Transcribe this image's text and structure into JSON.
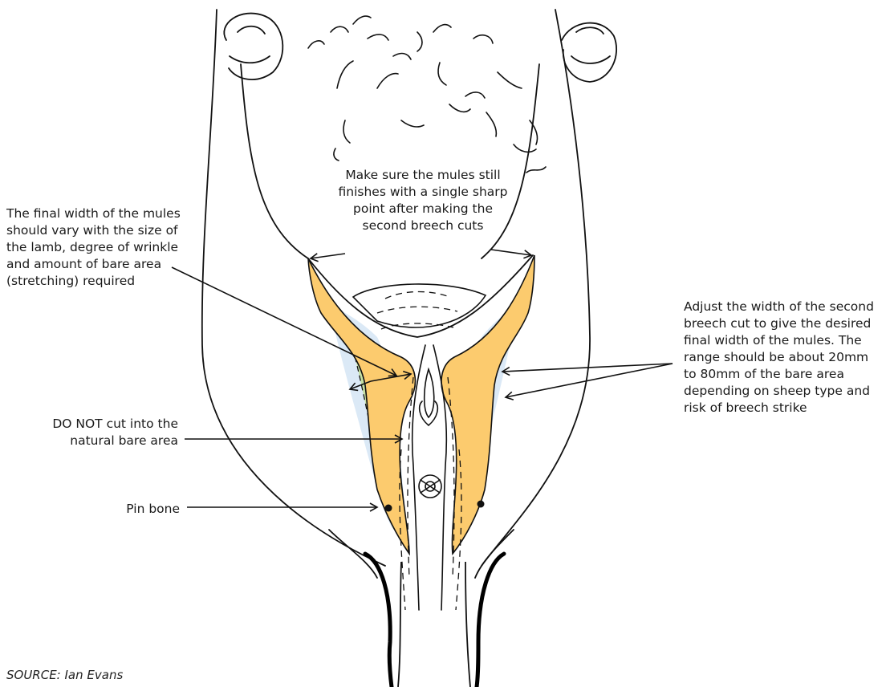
{
  "annotations": {
    "top_center": "Make sure the mules still finishes with a single sharp point after making the second breech cuts",
    "final_width": "The final width of the mules should vary with the size of the lamb, degree of wrinkle and amount of bare area (stretching) required",
    "do_not_cut": "DO NOT cut into the natural bare area",
    "pin_bone": "Pin bone",
    "adjust_width": "Adjust the width of the second breech cut to give the desired final width of the mules. The range should be about 20mm to 80mm of the bare area depending on sheep type and risk of breech strike"
  },
  "source": "SOURCE: Ian Evans",
  "colors": {
    "cut_region": "#fccb6e",
    "second_cut": "#c5dfa3",
    "bare_area": "#dbe9f6",
    "ink": "#111111"
  }
}
